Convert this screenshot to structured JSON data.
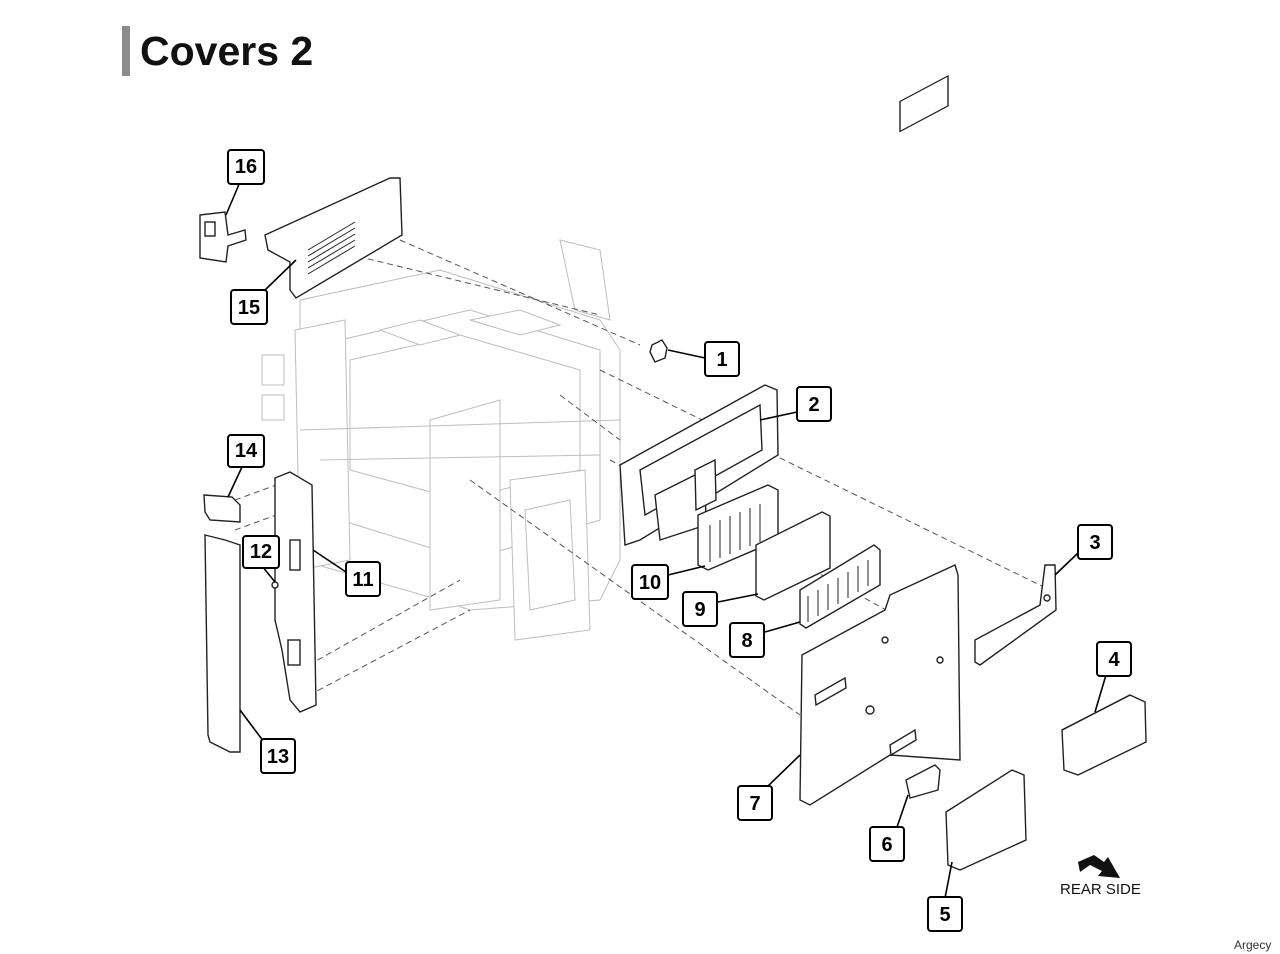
{
  "page": {
    "title": "Covers 2"
  },
  "callouts": [
    "1",
    "2",
    "3",
    "4",
    "5",
    "6",
    "7",
    "8",
    "9",
    "10",
    "11",
    "12",
    "13",
    "14",
    "15",
    "16"
  ],
  "direction": {
    "label": "REAR SIDE"
  },
  "watermark": "Argecy"
}
